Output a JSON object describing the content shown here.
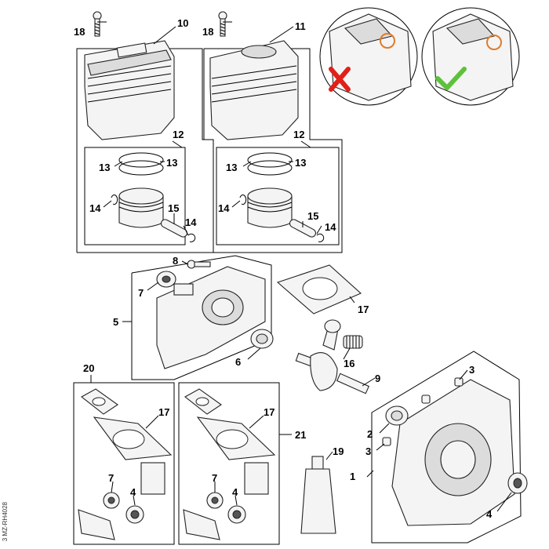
{
  "doc_id": "3 MZ-RH4028",
  "labels": {
    "l1": "1",
    "l2": "2",
    "l3a": "3",
    "l3b": "3",
    "l4a": "4",
    "l4b": "4",
    "l4c": "4",
    "l5": "5",
    "l6": "6",
    "l7a": "7",
    "l7b": "7",
    "l7c": "7",
    "l8": "8",
    "l9": "9",
    "l10": "10",
    "l11": "11",
    "l12a": "12",
    "l12b": "12",
    "l13a": "13",
    "l13b": "13",
    "l13c": "13",
    "l13d": "13",
    "l14a": "14",
    "l14b": "14",
    "l14c": "14",
    "l14d": "14",
    "l15a": "15",
    "l15b": "15",
    "l16": "16",
    "l17a": "17",
    "l17b": "17",
    "l17c": "17",
    "l18a": "18",
    "l18b": "18",
    "l19": "19",
    "l20": "20",
    "l21": "21"
  },
  "colors": {
    "wrong_mark": "#e0201a",
    "correct_mark": "#5cc23a",
    "highlight_circle": "#e07b2a"
  },
  "icons": {
    "wrong": "cross-mark-icon",
    "correct": "check-mark-icon"
  }
}
